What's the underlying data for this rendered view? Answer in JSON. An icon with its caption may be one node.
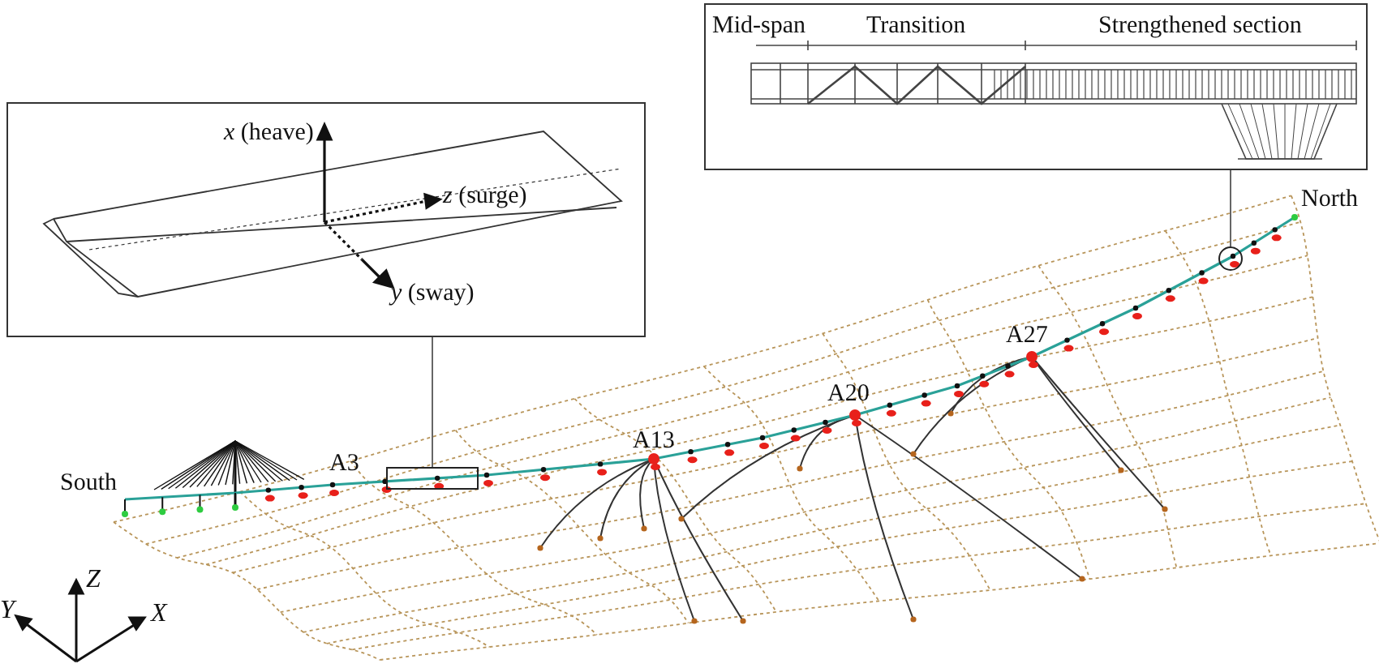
{
  "diagram": {
    "nodes": [
      {
        "text": [
          "*x* (heave)",
          "*z* (surge)",
          "*y* (sway)"
        ]
      },
      {
        "text": [],
        "shape": "box"
      },
      {
        "text": [
          "Mid-span",
          "Transition",
          "Strengthened section"
        ]
      },
      {
        "text": [],
        "shape": "circle"
      }
    ],
    "edges": [
      {
        "from": 0,
        "to": 1,
        "arrow": "none"
      },
      {
        "from": 2,
        "to": 3,
        "arrow": "none"
      }
    ],
    "labels": [
      "South",
      "A3",
      "A13",
      "A20",
      "A27",
      "North",
      "Z",
      "Y",
      "X"
    ]
  }
}
